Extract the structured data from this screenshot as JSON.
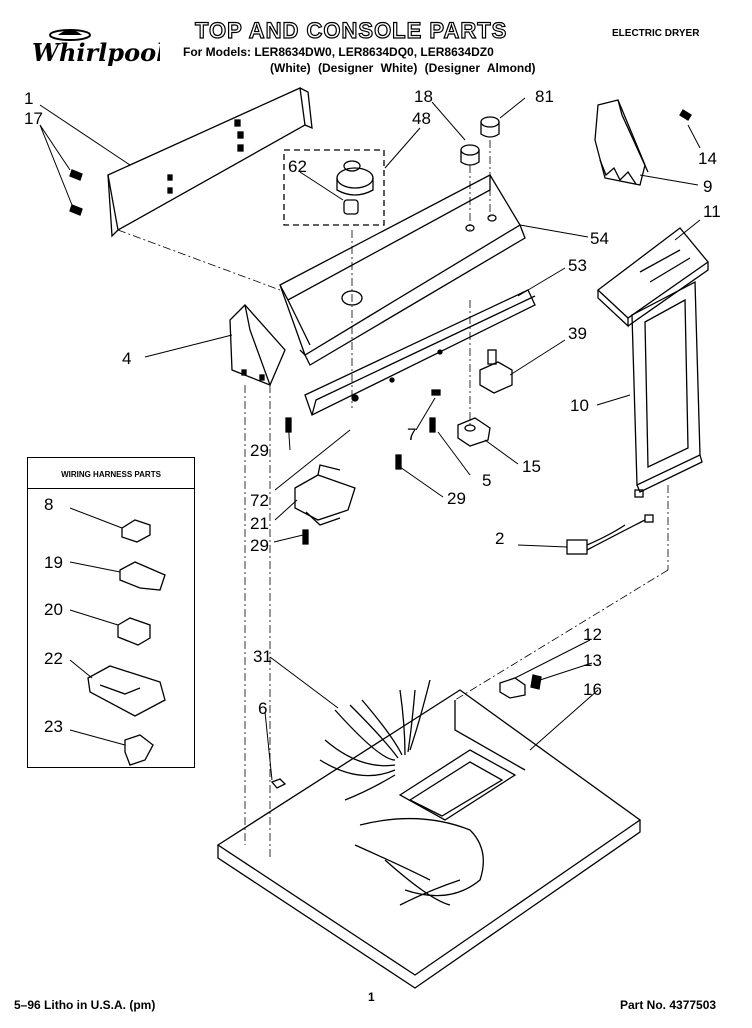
{
  "header": {
    "logo_text": "Whirlpool",
    "title": "TOP AND CONSOLE PARTS",
    "models_line": "For Models: LER8634DW0, LER8634DQ0, LER8634DZ0",
    "variants_line": "(White)   (Designer White) (Designer Almond)",
    "category": "ELECTRIC DRYER"
  },
  "callouts": {
    "c1": "1",
    "c17": "17",
    "c18": "18",
    "c81": "81",
    "c48": "48",
    "c62": "62",
    "c14": "14",
    "c9": "9",
    "c11": "11",
    "c54": "54",
    "c53": "53",
    "c4": "4",
    "c39": "39",
    "c10": "10",
    "c7": "7",
    "c29a": "29",
    "c15": "15",
    "c5": "5",
    "c72": "72",
    "c29b": "29",
    "c21": "21",
    "c29c": "29",
    "c2": "2",
    "c31": "31",
    "c12": "12",
    "c13": "13",
    "c16": "16",
    "c6": "6"
  },
  "harness": {
    "title": "WIRING HARNESS PARTS",
    "items": [
      "8",
      "19",
      "20",
      "22",
      "23"
    ]
  },
  "footer": {
    "left": "5–96 Litho in U.S.A. (pm)",
    "page": "1",
    "part_no": "Part No. 4377503"
  }
}
